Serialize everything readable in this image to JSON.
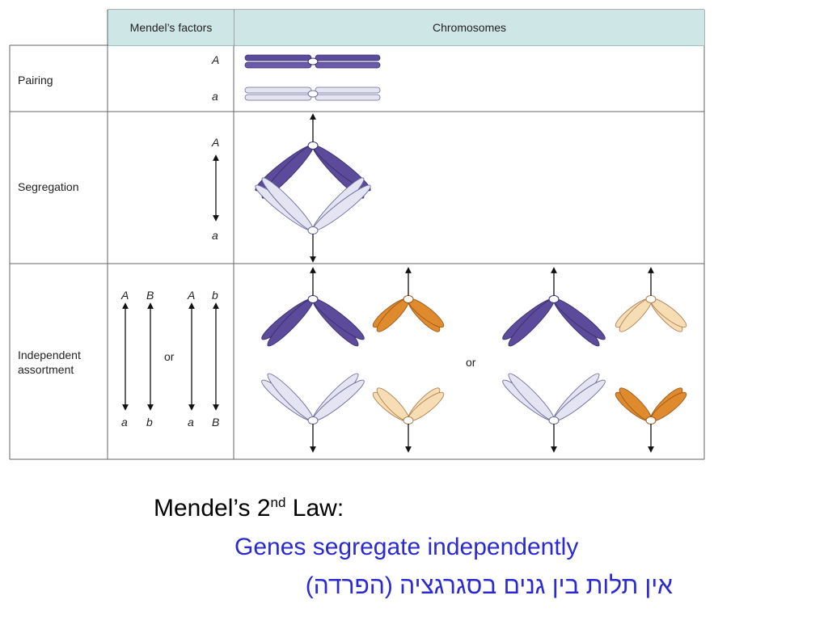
{
  "table": {
    "col_headers": [
      "Mendel’s factors",
      "Chromosomes"
    ],
    "rows": [
      {
        "label": "Pairing",
        "factors": [
          "A",
          "a"
        ]
      },
      {
        "label": "Segregation",
        "factors": [
          "A",
          "a"
        ]
      },
      {
        "label": "Independent\nassortment",
        "factors_left": [
          "A",
          "B",
          "a",
          "b"
        ],
        "factors_right": [
          "A",
          "b",
          "a",
          "B"
        ],
        "or_factors": "or",
        "or_chromosomes": "or"
      }
    ]
  },
  "caption": {
    "law_prefix": "Mendel’s 2",
    "law_sup": "nd",
    "law_suffix": " Law:",
    "statement": "Genes segregate independently",
    "hebrew": "אין תלות בין גנים בסגרגציה (הפרדה)"
  },
  "colors": {
    "header_bg": "#cfe6e6",
    "purple_dark": "#5b4b9a",
    "purple_light": "#e4e4f2",
    "orange_dark": "#e08a2e",
    "orange_light": "#f7ddb4",
    "statement_color": "#2a2ad0"
  }
}
